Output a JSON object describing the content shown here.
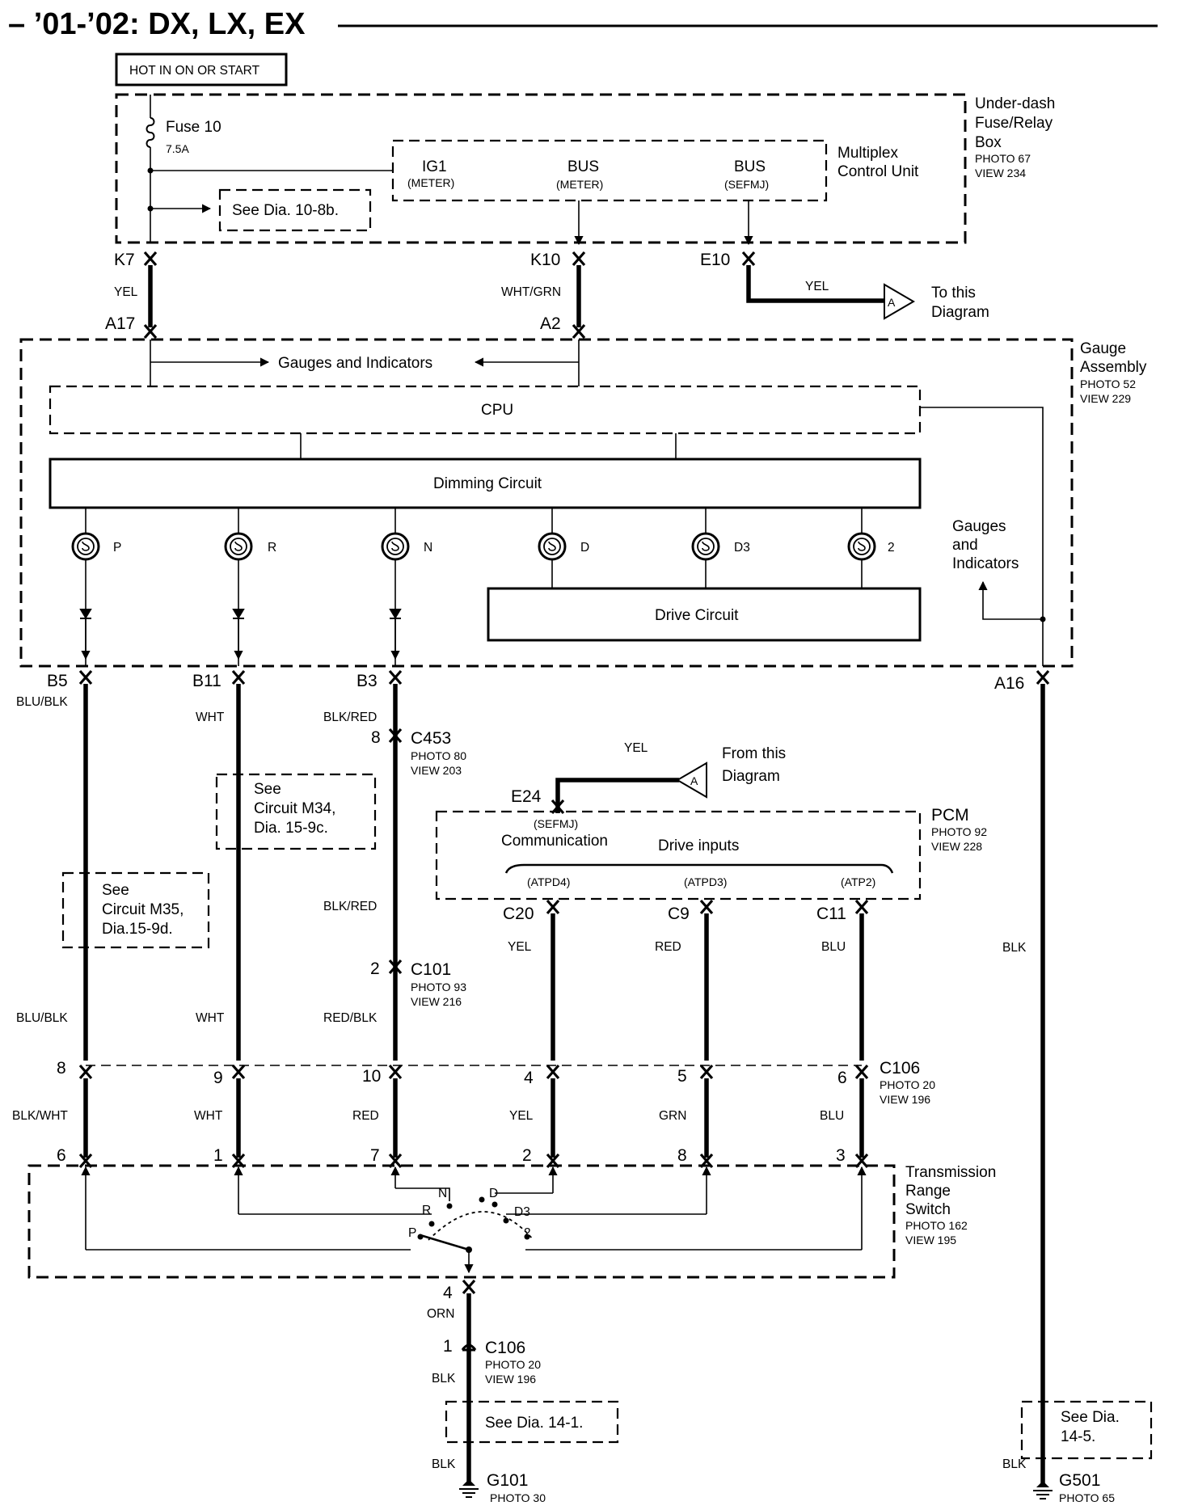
{
  "title": "– ’01-’02: DX, LX, EX",
  "power_label": "HOT IN ON OR START",
  "fuse_box": {
    "name_lines": [
      "Under-dash",
      "Fuse/Relay",
      "Box"
    ],
    "photo": "PHOTO 67",
    "view": "VIEW 234"
  },
  "fuse": {
    "name": "Fuse 10",
    "rating": "7.5A"
  },
  "see_10_8b": "See Dia. 10-8b.",
  "mcu": {
    "name_lines": [
      "Multiplex",
      "Control Unit"
    ],
    "ig1": "IG1",
    "ig1_sub": "(METER)",
    "bus1": "BUS",
    "bus1_sub": "(METER)",
    "bus2": "BUS",
    "bus2_sub": "(SEFMJ)"
  },
  "top_pins": {
    "k7": "K7",
    "k10": "K10",
    "e10": "E10",
    "a17": "A17",
    "a2": "A2"
  },
  "top_wires": {
    "k7": "YEL",
    "k10": "WHT/GRN",
    "e10": "YEL"
  },
  "to_diagram": {
    "letter": "A",
    "lines": [
      "To this",
      "Diagram"
    ]
  },
  "gauge_assembly": {
    "name_lines": [
      "Gauge",
      "Assembly"
    ],
    "photo": "PHOTO 52",
    "view": "VIEW 229",
    "gauges_label": "Gauges and Indicators",
    "cpu": "CPU",
    "dimming": "Dimming Circuit",
    "drive": "Drive Circuit",
    "right_label_lines": [
      "Gauges",
      "and",
      "Indicators"
    ]
  },
  "indicators": [
    "P",
    "R",
    "N",
    "D",
    "D3",
    "2"
  ],
  "gauge_pins": {
    "b5": "B5",
    "b11": "B11",
    "b3": "B3",
    "a16": "A16"
  },
  "c453": {
    "pin": "8",
    "name": "C453",
    "photo": "PHOTO 80",
    "view": "VIEW 203"
  },
  "c101": {
    "pin": "2",
    "name": "C101",
    "photo": "PHOTO 93",
    "view": "VIEW 216"
  },
  "see_m34": [
    "See",
    "Circuit M34,",
    "Dia. 15-9c."
  ],
  "see_m35": [
    "See",
    "Circuit M35,",
    "Dia.15-9d."
  ],
  "from_diagram": {
    "letter": "A",
    "lines": [
      "From this",
      "Diagram"
    ],
    "wire": "YEL"
  },
  "pcm": {
    "name": "PCM",
    "photo": "PHOTO 92",
    "view": "VIEW 228",
    "e24": "E24",
    "sefmj": "(SEFMJ)",
    "communication": "Communication",
    "drive_inputs": "Drive inputs",
    "atpd4": "(ATPD4)",
    "atpd3": "(ATPD3)",
    "atp2": "(ATP2)",
    "c20": "C20",
    "c9": "C9",
    "c11": "C11"
  },
  "wire_colors": {
    "b5": "BLU/BLK",
    "b11": "WHT",
    "b3": "BLK/RED",
    "b3_mid": "BLK/RED",
    "c20": "YEL",
    "c9": "RED",
    "c11": "BLU",
    "a16": "BLK",
    "w1_lower": "BLU/BLK",
    "w2_lower": "WHT",
    "w3_lower": "RED/BLK",
    "w1_bot": "BLK/WHT",
    "w2_bot": "WHT",
    "w3_bot": "RED",
    "w4_bot": "YEL",
    "w5_bot": "GRN",
    "w6_bot": "BLU"
  },
  "c106": {
    "pins": [
      "8",
      "9",
      "10",
      "4",
      "5",
      "6"
    ],
    "name": "C106",
    "photo": "PHOTO 20",
    "view": "VIEW 196"
  },
  "trs": {
    "name_lines": [
      "Transmission",
      "Range",
      "Switch"
    ],
    "photo": "PHOTO 162",
    "view": "VIEW 195",
    "pins": [
      "6",
      "1",
      "7",
      "2",
      "8",
      "3"
    ],
    "positions": [
      "P",
      "R",
      "N",
      "D",
      "D3",
      "2"
    ],
    "ground_pin": "4"
  },
  "ground_path": {
    "wire": "ORN",
    "pin": "1",
    "connector": "C106",
    "photo": "PHOTO 20",
    "view": "VIEW 196",
    "wire_lower": "BLK",
    "see": "See Dia. 14-1.",
    "wire_bot": "BLK",
    "ground": "G101",
    "ground_photo": "PHOTO 30"
  },
  "right_ground": {
    "see_lines": [
      "See Dia.",
      "14-5."
    ],
    "wire": "BLK",
    "ground": "G501",
    "ground_photo": "PHOTO 65"
  }
}
